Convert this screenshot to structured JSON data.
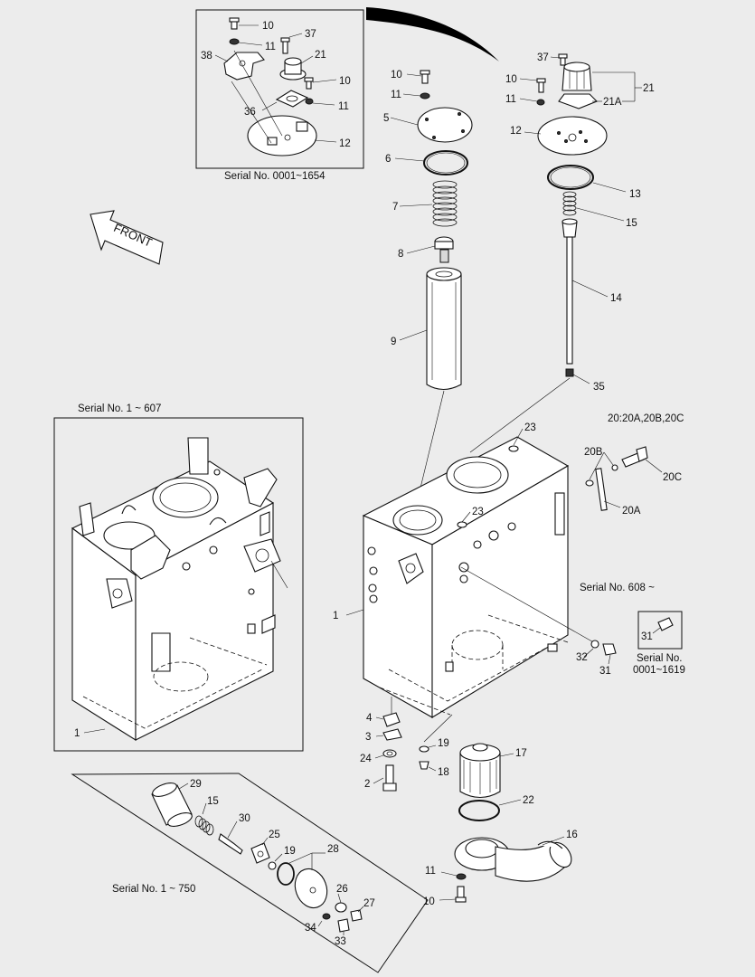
{
  "front_label": "FRONT",
  "captions": {
    "inset_top": "Serial No. 0001~1654",
    "inset_left": "Serial No. 1 ~ 607",
    "inset_bottom": "Serial No. 1 ~ 750",
    "main_series": "Serial No. 608 ~",
    "inset_small": "Serial No.\n0001~1619",
    "note_20": "20:20A,20B,20C"
  },
  "callouts": {
    "top_inset": [
      "10",
      "11",
      "37",
      "38",
      "21",
      "10",
      "11",
      "36",
      "12"
    ],
    "filter_column": [
      "10",
      "11",
      "5",
      "6",
      "7",
      "8",
      "9"
    ],
    "breather_column": [
      "37",
      "10",
      "11",
      "21",
      "21A",
      "12",
      "13",
      "15",
      "14",
      "35"
    ],
    "tank_main": [
      "23",
      "23",
      "20B",
      "20C",
      "20A",
      "1",
      "32",
      "31"
    ],
    "small_inset": [
      "31"
    ],
    "tank_bottom": [
      "4",
      "3",
      "24",
      "2",
      "19",
      "18",
      "17",
      "22",
      "16",
      "11",
      "10"
    ],
    "left_inset": [
      "1"
    ],
    "bottom_inset": [
      "29",
      "15",
      "30",
      "25",
      "19",
      "28",
      "26",
      "27",
      "34",
      "33"
    ]
  },
  "colors": {
    "background": "#ececec",
    "ink": "#111111",
    "arrow": "#000000"
  }
}
